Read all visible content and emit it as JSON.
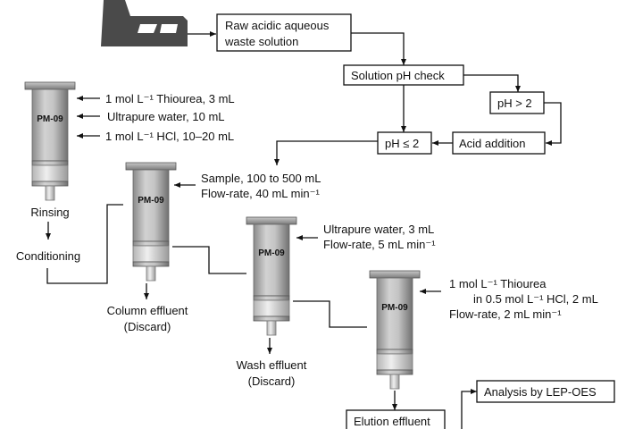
{
  "flowchart": {
    "source_icon": "factory-icon",
    "raw_waste": [
      "Raw acidic aqueous",
      "waste solution"
    ],
    "ph_check": "Solution pH check",
    "ph_high": "pH > 2",
    "acid_addition": "Acid addition",
    "ph_low": "pH ≤ 2",
    "analysis": "Analysis by LEP-OES",
    "elution_effluent": "Elution effluent"
  },
  "columns": {
    "label": "PM-09",
    "conditioning": {
      "reagents": [
        "1 mol L⁻¹ Thiourea, 3 mL",
        "Ultrapure water, 10 mL",
        "1 mol L⁻¹ HCl, 10–20 mL"
      ],
      "steps": [
        "Rinsing",
        "Conditioning"
      ]
    },
    "loading": {
      "reagents": [
        "Sample, 100 to 500 mL",
        "Flow-rate, 40 mL min⁻¹"
      ],
      "effluent": [
        "Column effluent",
        "(Discard)"
      ]
    },
    "washing": {
      "reagents": [
        "Ultrapure water, 3 mL",
        "Flow-rate, 5 mL min⁻¹"
      ],
      "effluent": [
        "Wash effluent",
        "(Discard)"
      ]
    },
    "elution": {
      "reagents": [
        "1 mol L⁻¹ Thiourea",
        "in 0.5 mol L⁻¹ HCl, 2 mL",
        "Flow-rate, 2 mL min⁻¹"
      ]
    }
  }
}
